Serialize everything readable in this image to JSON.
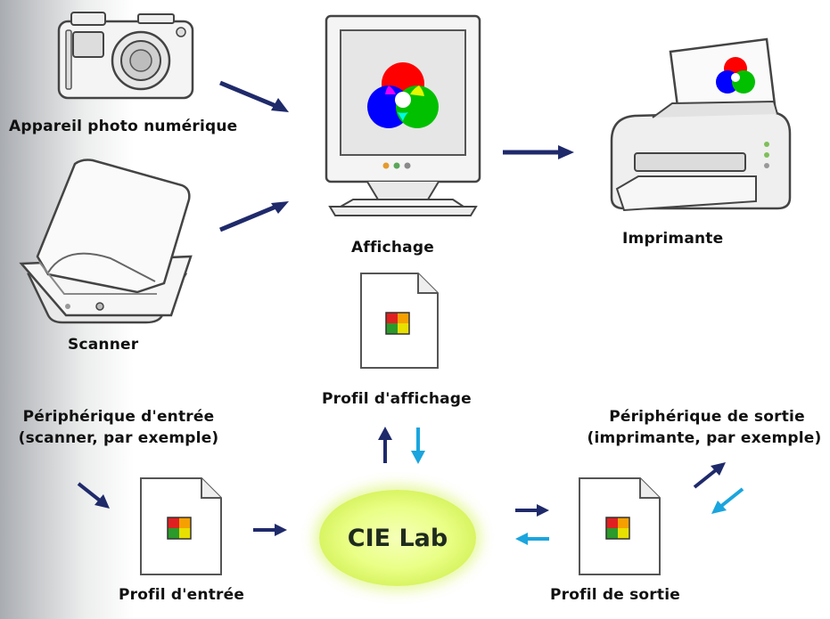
{
  "devices": {
    "camera_label": "Appareil photo numérique",
    "scanner_label": "Scanner",
    "display_label": "Affichage",
    "printer_label": "Imprimante"
  },
  "profiles": {
    "display_profile_label": "Profil d'affichage",
    "input_profile_label": "Profil d'entrée",
    "output_profile_label": "Profil de sortie"
  },
  "peripherals": {
    "input_line1": "Périphérique d'entrée",
    "input_line2": "(scanner, par exemple)",
    "output_line1": "Périphérique de sortie",
    "output_line2": "(imprimante, par exemple)"
  },
  "hub": {
    "label": "CIE Lab"
  },
  "colors": {
    "arrow_dark": "#1f2a6b",
    "arrow_light": "#1aa5de",
    "hub_fill": "#e6ff7a"
  }
}
